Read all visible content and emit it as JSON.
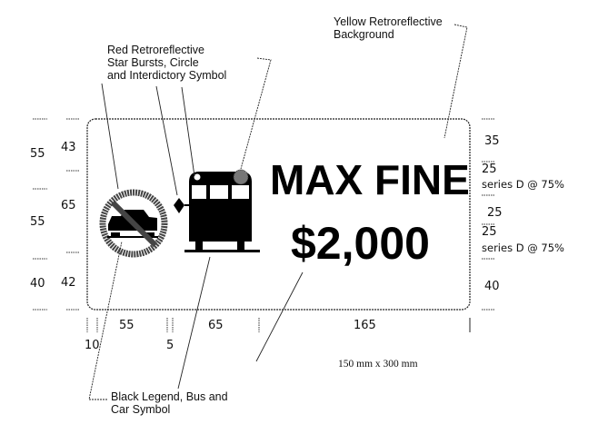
{
  "captions": {
    "red": [
      "Red Retroreflective",
      "Star Bursts, Circle",
      "and Interdictory Symbol"
    ],
    "yellow": [
      "Yellow Retroreflective",
      "Background"
    ],
    "black": [
      "Black Legend, Bus and",
      "Car Symbol"
    ],
    "size": "150 mm x 300 mm"
  },
  "sign": {
    "line1": "MAX FINE",
    "line2": "$2,000",
    "icons": [
      "no-car-icon",
      "bus-icon"
    ],
    "colors": {
      "background": "#f5d000",
      "symbol": "#cc0000",
      "legend": "#000000"
    }
  },
  "dims": {
    "left_outer": [
      "55",
      "55",
      "40"
    ],
    "left_inner": [
      "43",
      "65",
      "42"
    ],
    "bottom_top": [
      "55",
      "65",
      "165"
    ],
    "bottom_low": [
      "10",
      "5"
    ],
    "right": [
      "35",
      "25",
      "series D @ 75%",
      "25",
      "25",
      "series D @ 75%",
      "40"
    ]
  }
}
